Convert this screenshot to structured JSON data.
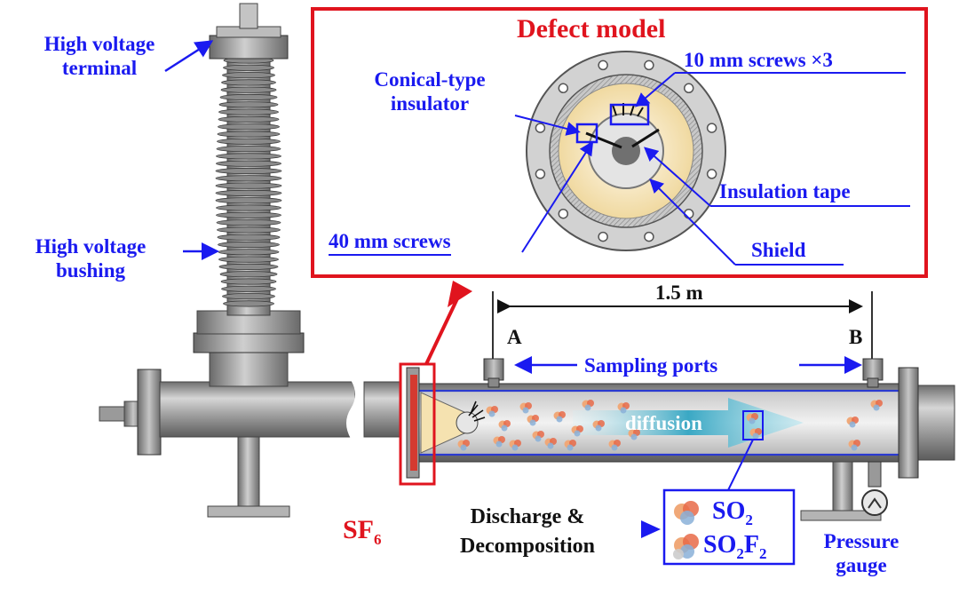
{
  "title": "Defect model",
  "labels": {
    "hv_terminal": [
      "High voltage",
      "terminal"
    ],
    "hv_bushing": [
      "High voltage",
      "bushing"
    ],
    "conical_insulator": [
      "Conical-type",
      "insulator"
    ],
    "screws_10mm": "10 mm screws ×3",
    "insulation_tape": "Insulation tape",
    "screws_40mm": "40 mm screws",
    "shield": "Shield",
    "distance": "1.5 m",
    "port_a": "A",
    "port_b": "B",
    "sampling_ports": "Sampling ports",
    "diffusion": "diffusion",
    "sf6": {
      "main": "SF",
      "sub": "6"
    },
    "discharge": [
      "Discharge &",
      "Decomposition"
    ],
    "so2": {
      "a": "SO",
      "b": "2"
    },
    "so2f2": {
      "a": "SO",
      "b": "2",
      "c": "F",
      "d": "2"
    },
    "pressure_gauge": [
      "Pressure",
      "gauge"
    ]
  },
  "colors": {
    "label_blue": "#1a1af0",
    "highlight_red": "#e0141e",
    "pipe_gray": "#9a9a9a",
    "insulator_cream": "#f5e2b0",
    "diffusion_arrow": "#4fb3c9"
  }
}
